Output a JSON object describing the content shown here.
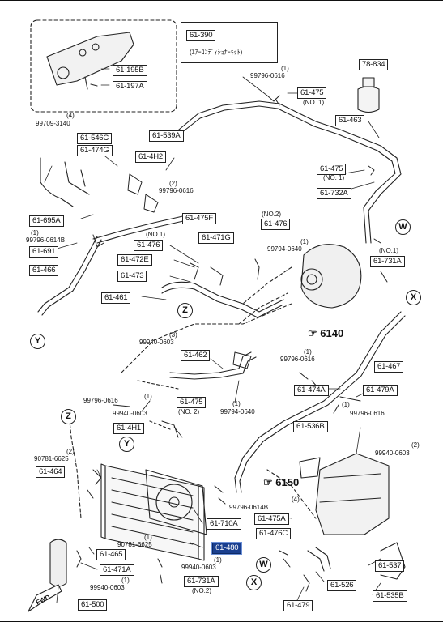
{
  "header_box": {
    "code": "61-390",
    "subtitle": "(ｴｱｰｺﾝﾃﾞｨｼｮﾅｰｷｯﾄ)"
  },
  "labels": {
    "l61195B": "61-195B",
    "l61197A": "61-197A",
    "l78834": "78-834",
    "l61475_top": "61-475",
    "l61463": "61-463",
    "l61546C": "61-546C",
    "l61474G": "61-474G",
    "l61539A": "61-539A",
    "l614H2": "61-4H2",
    "l61475_r": "61-475",
    "l61732A": "61-732A",
    "l61695A": "61-695A",
    "l61475F": "61-475F",
    "l61476_top": "61-476",
    "l61691": "61-691",
    "l61476": "61-476",
    "l61471G": "61-471G",
    "l61731A_top": "61-731A",
    "l61466": "61-466",
    "l61472E": "61-472E",
    "l61473": "61-473",
    "l61461": "61-461",
    "l61462": "61-462",
    "l61467": "61-467",
    "l61474A": "61-474A",
    "l61479A": "61-479A",
    "l61475_mid": "61-475",
    "l614H1": "61-4H1",
    "l61536B": "61-536B",
    "l61464": "61-464",
    "l61710A": "61-710A",
    "l61475A": "61-475A",
    "l61476C": "61-476C",
    "l61465": "61-465",
    "l61480": "61-480",
    "l61471A": "61-471A",
    "l61537": "61-537",
    "l61731A": "61-731A",
    "l61526": "61-526",
    "l61535B": "61-535B",
    "l61500": "61-500",
    "l61479": "61-479"
  },
  "texts": {
    "t_99796_0616_a": "99796-0616",
    "q1_a": "(1)",
    "no1_a": "(NO. 1)",
    "q4_a": "(4)",
    "t_99709_3140": "99709-3140",
    "q2_a": "(2)",
    "t_99796_0616_b": "99796-0616",
    "no1_b": "(NO. 1)",
    "no2_a": "(NO.2)",
    "q1_b": "(1)",
    "t_99796_0614B_a": "99796-0614B",
    "no1_c": "(NO.1)",
    "q1_c": "(1)",
    "t_99794_0640_a": "99794-0640",
    "no1_d": "(NO.1)",
    "q3": "(3)",
    "t_99940_0603_a": "99940-0603",
    "q1_d": "(1)",
    "t_99796_0616_c": "99796-0616",
    "q1_e": "(1)",
    "t_99796_0616_d": "99796-0616",
    "t_99796_0616_e": "99796-0616",
    "q1_f": "(1)",
    "q1_g": "(1)",
    "t_99940_0603_b": "99940-0603",
    "no2_b": "(NO. 2)",
    "t_99794_0640_b": "99794-0640",
    "q2_b": "(2)",
    "t_90781_6625_a": "90781-6625",
    "t_99940_0603_c": "99940-0603",
    "q2_c": "(2)",
    "t_99796_0614B_b": "99796-0614B",
    "q4_b": "(4)",
    "q1_h": "(1)",
    "t_90781_6625_b": "90781-6625",
    "t_99940_0603_d": "99940-0603",
    "q1_i": "(1)",
    "q1_j": "(1)",
    "t_99940_0603_e": "99940-0603",
    "no2_c": "(NO.2)"
  },
  "sections": {
    "s6140": "6140",
    "s6150": "6150"
  },
  "connectors": {
    "W": "W",
    "X": "X",
    "Y": "Y",
    "Z": "Z"
  },
  "fwd": "FWD"
}
